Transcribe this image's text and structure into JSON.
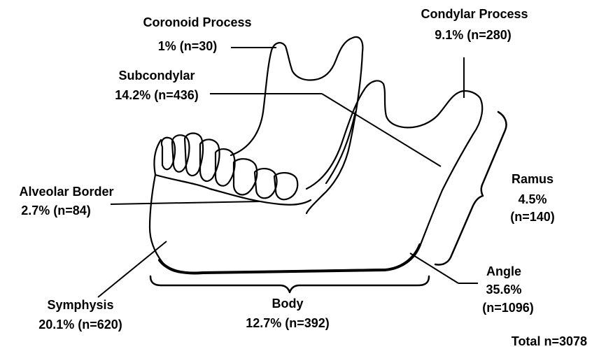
{
  "regions": {
    "coronoid": {
      "name": "Coronoid Process",
      "stat": "1% (n=30)"
    },
    "condylar": {
      "name": "Condylar Process",
      "stat": "9.1% (n=280)"
    },
    "subcondylar": {
      "name": "Subcondylar",
      "stat": "14.2% (n=436)"
    },
    "ramus": {
      "name": "Ramus",
      "pct": "4.5%",
      "n": "(n=140)"
    },
    "alveolar": {
      "name": "Alveolar Border",
      "stat": "2.7% (n=84)"
    },
    "angle": {
      "name": "Angle",
      "pct": "35.6%",
      "n": "(n=1096)"
    },
    "symphysis": {
      "name": "Symphysis",
      "stat": "20.1% (n=620)"
    },
    "body": {
      "name": "Body",
      "stat": "12.7% (n=392)"
    }
  },
  "total": "Total n=3078"
}
